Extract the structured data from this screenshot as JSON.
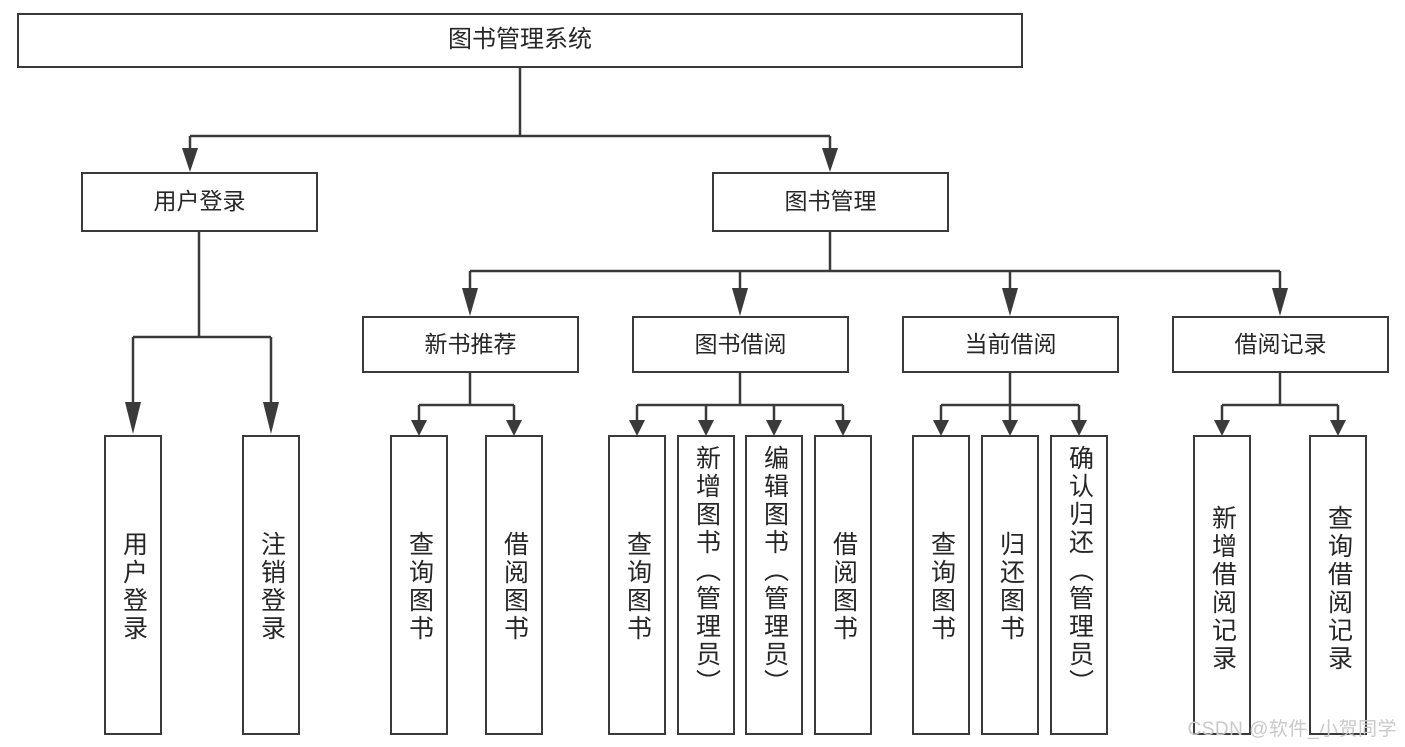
{
  "diagram": {
    "title": "图书管理系统",
    "type": "tree",
    "root": {
      "label": "图书管理系统",
      "children": [
        {
          "label": "用户登录",
          "children": [
            {
              "label": "用户登录"
            },
            {
              "label": "注销登录"
            }
          ]
        },
        {
          "label": "图书管理",
          "children": [
            {
              "label": "新书推荐",
              "children": [
                {
                  "label": "查询图书"
                },
                {
                  "label": "借阅图书"
                }
              ]
            },
            {
              "label": "图书借阅",
              "children": [
                {
                  "label": "查询图书"
                },
                {
                  "label": "新增图书（管理员）"
                },
                {
                  "label": "编辑图书（管理员）"
                },
                {
                  "label": "借阅图书"
                }
              ]
            },
            {
              "label": "当前借阅",
              "children": [
                {
                  "label": "查询图书"
                },
                {
                  "label": "归还图书"
                },
                {
                  "label": "确认归还（管理员）"
                }
              ]
            },
            {
              "label": "借阅记录",
              "children": [
                {
                  "label": "新增借阅记录"
                },
                {
                  "label": "查询借阅记录"
                }
              ]
            }
          ]
        }
      ]
    }
  },
  "nodes": {
    "root": "图书管理系统",
    "user_login": "用户登录",
    "book_manage": "图书管理",
    "new_book_rec": "新书推荐",
    "book_borrow": "图书借阅",
    "current_borrow": "当前借阅",
    "borrow_record": "借阅记录",
    "leaf_user_login": "用户登录",
    "leaf_logout": "注销登录",
    "leaf_query_book_1": "查询图书",
    "leaf_borrow_book_1": "借阅图书",
    "leaf_query_book_2": "查询图书",
    "leaf_add_book": "新增图书（管理员）",
    "leaf_edit_book": "编辑图书（管理员）",
    "leaf_borrow_book_2": "借阅图书",
    "leaf_query_book_3": "查询图书",
    "leaf_return_book": "归还图书",
    "leaf_confirm_return": "确认归还（管理员）",
    "leaf_add_record": "新增借阅记录",
    "leaf_query_record": "查询借阅记录"
  },
  "watermark": {
    "text": "CSDN @软件_小贺同学"
  },
  "colors": {
    "border": "#3a3a3a",
    "text": "#262626",
    "background": "#ffffff",
    "watermark": "#c9c9c9"
  }
}
